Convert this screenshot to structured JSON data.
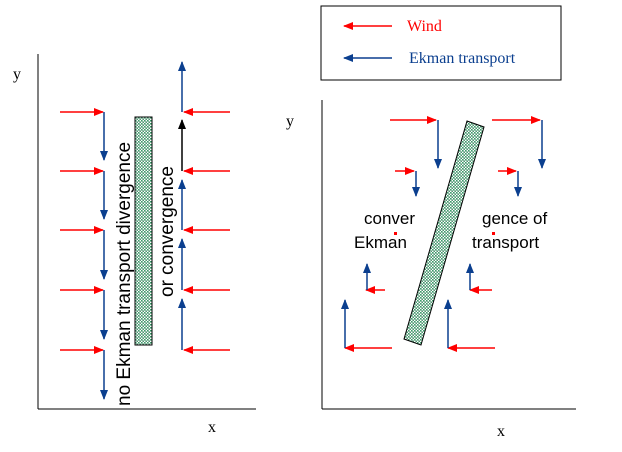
{
  "legend": {
    "wind_label": "Wind",
    "ekman_label": "Ekman transport"
  },
  "colors": {
    "wind": "#ff0000",
    "ekman": "#0b3f8f",
    "axis": "#000000",
    "bar_fill": "#3d9a6a"
  },
  "left_panel": {
    "y_label": "y",
    "x_label": "x",
    "caption_line1": "no Ekman transport divergence",
    "caption_line2": "or convergence"
  },
  "right_panel": {
    "y_label": "y",
    "x_label": "x",
    "left_text_line1": "conver",
    "left_text_line2": "Ekman",
    "right_text_line1": "gence of",
    "right_text_line2": "transport"
  }
}
